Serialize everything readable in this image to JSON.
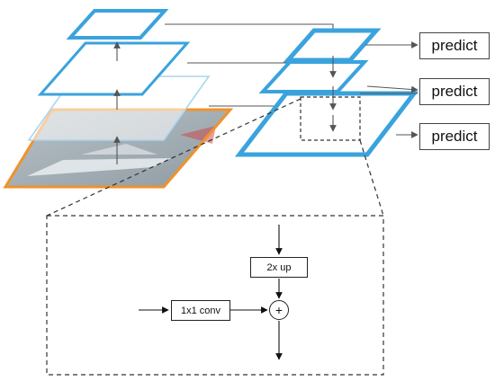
{
  "outputs": [
    {
      "label": "predict"
    },
    {
      "label": "predict"
    },
    {
      "label": "predict"
    }
  ],
  "detail": {
    "upsample_label": "2x up",
    "lateral_label": "1x1 conv",
    "merge_symbol": "+"
  },
  "colors": {
    "pyramid_level": "#3aa3dd",
    "pyramid_level_fine": "#a9d6f0",
    "input_image": "#f0922b",
    "arrows": "#555555",
    "dashed": "#333333"
  }
}
